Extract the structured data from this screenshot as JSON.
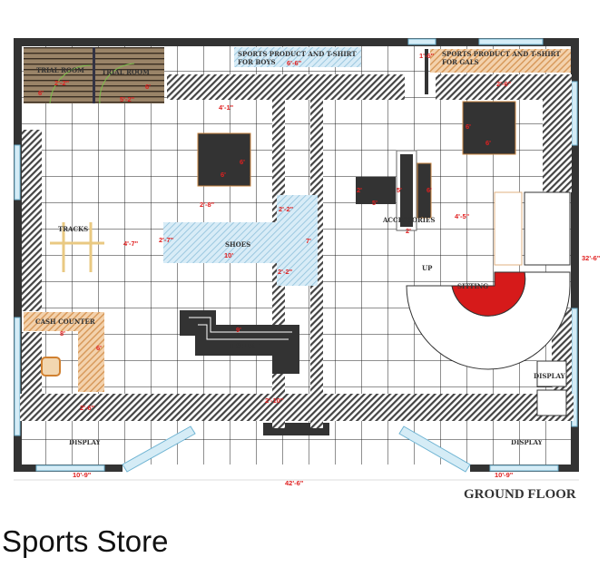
{
  "plan": {
    "floor_title": "GROUND FLOOR",
    "rooms": {
      "trial_room_1": "TRIAL ROOM",
      "trial_room_2": "TRIAL ROOM",
      "boys_section_1": "SPORTS PRODUCT AND T-SHIRT",
      "boys_section_2": "FOR BOYS",
      "gals_section_1": "SPORTS PRODUCT AND T-SHIRT",
      "gals_section_2": "FOR GALS",
      "tracks": "TRACKS",
      "shoes": "SHOES",
      "accessories": "ACCESSORIES",
      "up": "UP",
      "sitting": "SITTING",
      "cash_counter": "CASH COUNTER",
      "tshirt": "T-SHIRT",
      "display_right": "DISPLAY",
      "display_bottom_left": "DISPLAY",
      "display_bottom_right": "DISPLAY"
    },
    "dimensions": {
      "trial1_width": "2'-2\"",
      "trial1_depth": "6'",
      "trial2_depth": "6'",
      "trial2_width": "5'-2\"",
      "boys_width": "6'-6\"",
      "aisle_top": "4'-1\"",
      "table1_h": "6'",
      "table1_w": "6'",
      "gap1": "2'-8\"",
      "column_gap_top": "2'-2\"",
      "tracks_gap": "4'-7\"",
      "shoes_depth": "2'-7\"",
      "shoes_length": "10'",
      "shoes_stem": "7'",
      "column_gap_bottom": "2'-2\"",
      "gals_offset": "1'-6\"",
      "gals_depth": "2'-6\"",
      "table2_h": "6'",
      "table2_w": "6'",
      "acc_a": "2'",
      "acc_b": "5'",
      "acc_c": "6'",
      "acc_d": "5'",
      "acc_e": "2'",
      "stair_gap": "4'-5\"",
      "overall_depth": "32'-6\"",
      "cash_w": "8'",
      "cash_h": "6'",
      "tshirt_len": "9'",
      "entrance_col": "2'-10\"",
      "shelf_depth": "2'-6\"",
      "front_left": "10'-9\"",
      "overall_width": "42'-6\"",
      "front_right": "10'-9\""
    },
    "colors": {
      "wall": "#333333",
      "dimension": "#e02020",
      "shoes": "#cfe6f3",
      "counter": "#e9b98a",
      "sitting": "#d61a1a",
      "trial_floor": "#8c7a62"
    }
  },
  "caption": "Sports Store"
}
